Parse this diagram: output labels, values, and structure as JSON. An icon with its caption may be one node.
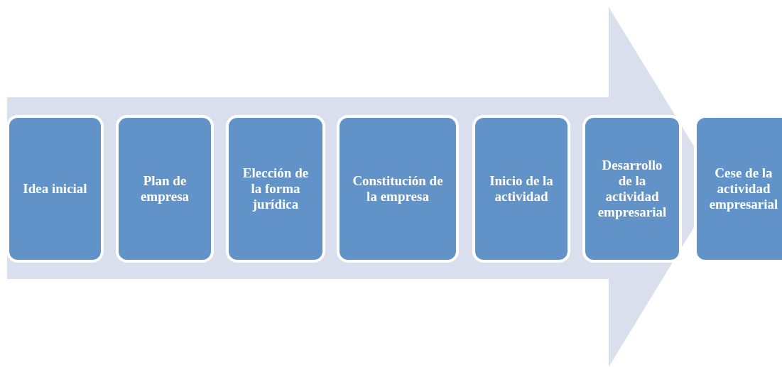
{
  "diagram": {
    "nodes": [
      {
        "text": [],
        "shape": "arrow"
      },
      {
        "text": [
          "Idea inicial"
        ],
        "in": 0
      },
      {
        "text": [
          "Plan de empresa"
        ],
        "in": 0
      },
      {
        "text": [
          "Elección de la forma jurídica"
        ],
        "in": 0
      },
      {
        "text": [
          "Constitución de la empresa"
        ],
        "in": 0
      },
      {
        "text": [
          "Inicio de la actividad"
        ],
        "in": 0
      },
      {
        "text": [
          "Desarrollo de la actividad empresarial"
        ],
        "in": 0
      },
      {
        "text": [
          "Cese de la actividad empresarial"
        ]
      }
    ]
  }
}
